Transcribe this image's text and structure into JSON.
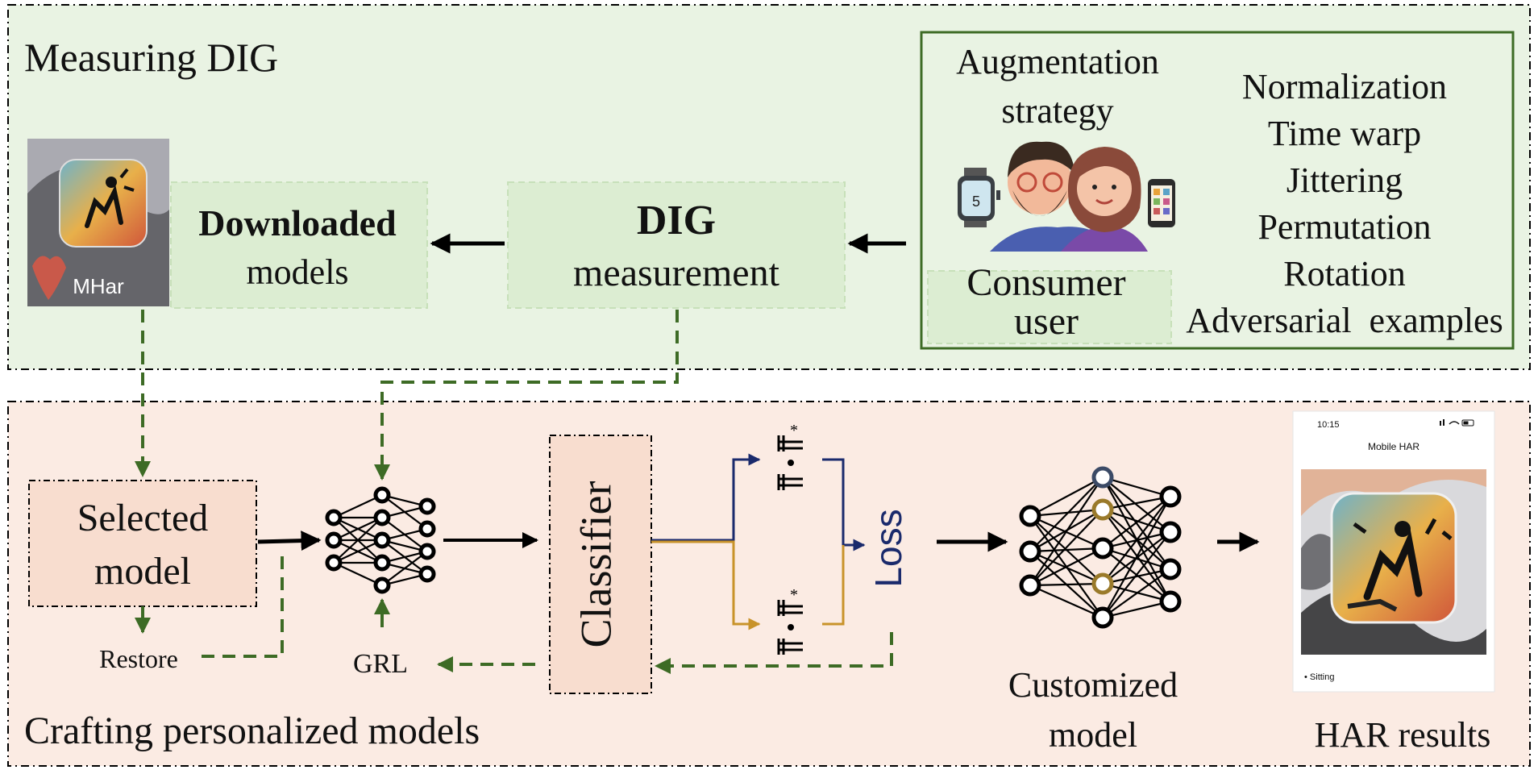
{
  "top_section": {
    "title": "Measuring DIG",
    "app_icon_label": "MHar",
    "downloaded_box": {
      "line1": "Downloaded",
      "line2": "models"
    },
    "dig_box": {
      "line1": "DIG",
      "line2": "measurement"
    },
    "augmentation": {
      "title_line1": "Augmentation",
      "title_line2": "strategy",
      "consumer_line1": "Consumer",
      "consumer_line2": "user",
      "strategies": [
        "Normalization",
        "Time warp",
        "Jittering",
        "Permutation",
        "Rotation",
        "Adversarial  examples"
      ]
    }
  },
  "bottom_section": {
    "title": "Crafting personalized models",
    "selected_model": {
      "line1": "Selected",
      "line2": "model"
    },
    "restore_label": "Restore",
    "grl_label": "GRL",
    "classifier_label": "Classifier",
    "loss_label": "Loss",
    "customized_model": {
      "line1": "Customized",
      "line2": "model"
    },
    "har_results_label": "HAR results",
    "phone": {
      "time": "10:15",
      "app_title": "Mobile HAR",
      "result": "• Sitting"
    }
  },
  "colors": {
    "top_bg": "#e9f3e3",
    "bottom_bg": "#fbebe3",
    "light_green_box": "#dcedd2",
    "peach_box": "#f8ddcf",
    "dashed_green": "#3d6b25",
    "navy": "#1a2a6c",
    "gold": "#c8932a"
  }
}
